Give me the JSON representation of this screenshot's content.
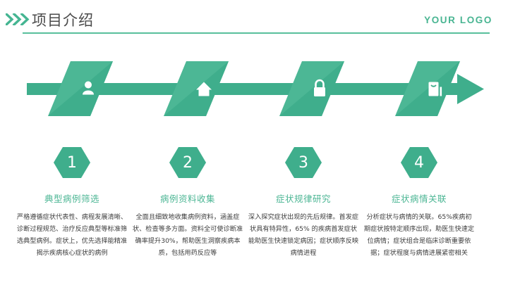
{
  "header": {
    "chevron_icon": "double-chevron-right-icon",
    "title": "项目介绍",
    "logo": "YOUR LOGO",
    "accent_color": "#45b592",
    "rule_color": "#58bf9c"
  },
  "banner": {
    "arrow_color": "#3fae8c",
    "arrow_shade_color": "#4ab795",
    "end_icon": "arrow-right-icon",
    "steps": [
      {
        "icon": "person-icon"
      },
      {
        "icon": "home-icon"
      },
      {
        "icon": "lock-icon"
      },
      {
        "icon": "clipboard-icon"
      }
    ]
  },
  "hexagons": [
    {
      "number": "1"
    },
    {
      "number": "2"
    },
    {
      "number": "3"
    },
    {
      "number": "4"
    }
  ],
  "columns": [
    {
      "title": "典型病例筛选",
      "body": "严格遵循症状代表性、病程发展清晰、诊断过程规范、治疗反应典型等标准筛选典型病例。症状上，优先选择能精准揭示疾病核心症状的病例"
    },
    {
      "title": "病例资料收集",
      "body": "全面且细致地收集病例资料，涵盖症状、检查等多方面。资料全可使诊断准确率提升30%，帮助医生洞察疾病本质，包括用药反应等"
    },
    {
      "title": "症状规律研究",
      "body": "深入探究症状出现的先后规律。首发症状具有特异性，65% 的疾病首发症状能助医生快速锁定病因；症状顺序反映病情进程"
    },
    {
      "title": "症状病情关联",
      "body": "分析症状与病情的关联。65%疾病初期症状按特定顺序出现，助医生快速定位病情；症状组合是临床诊断重要依据；症状程度与病情进展紧密相关"
    }
  ]
}
